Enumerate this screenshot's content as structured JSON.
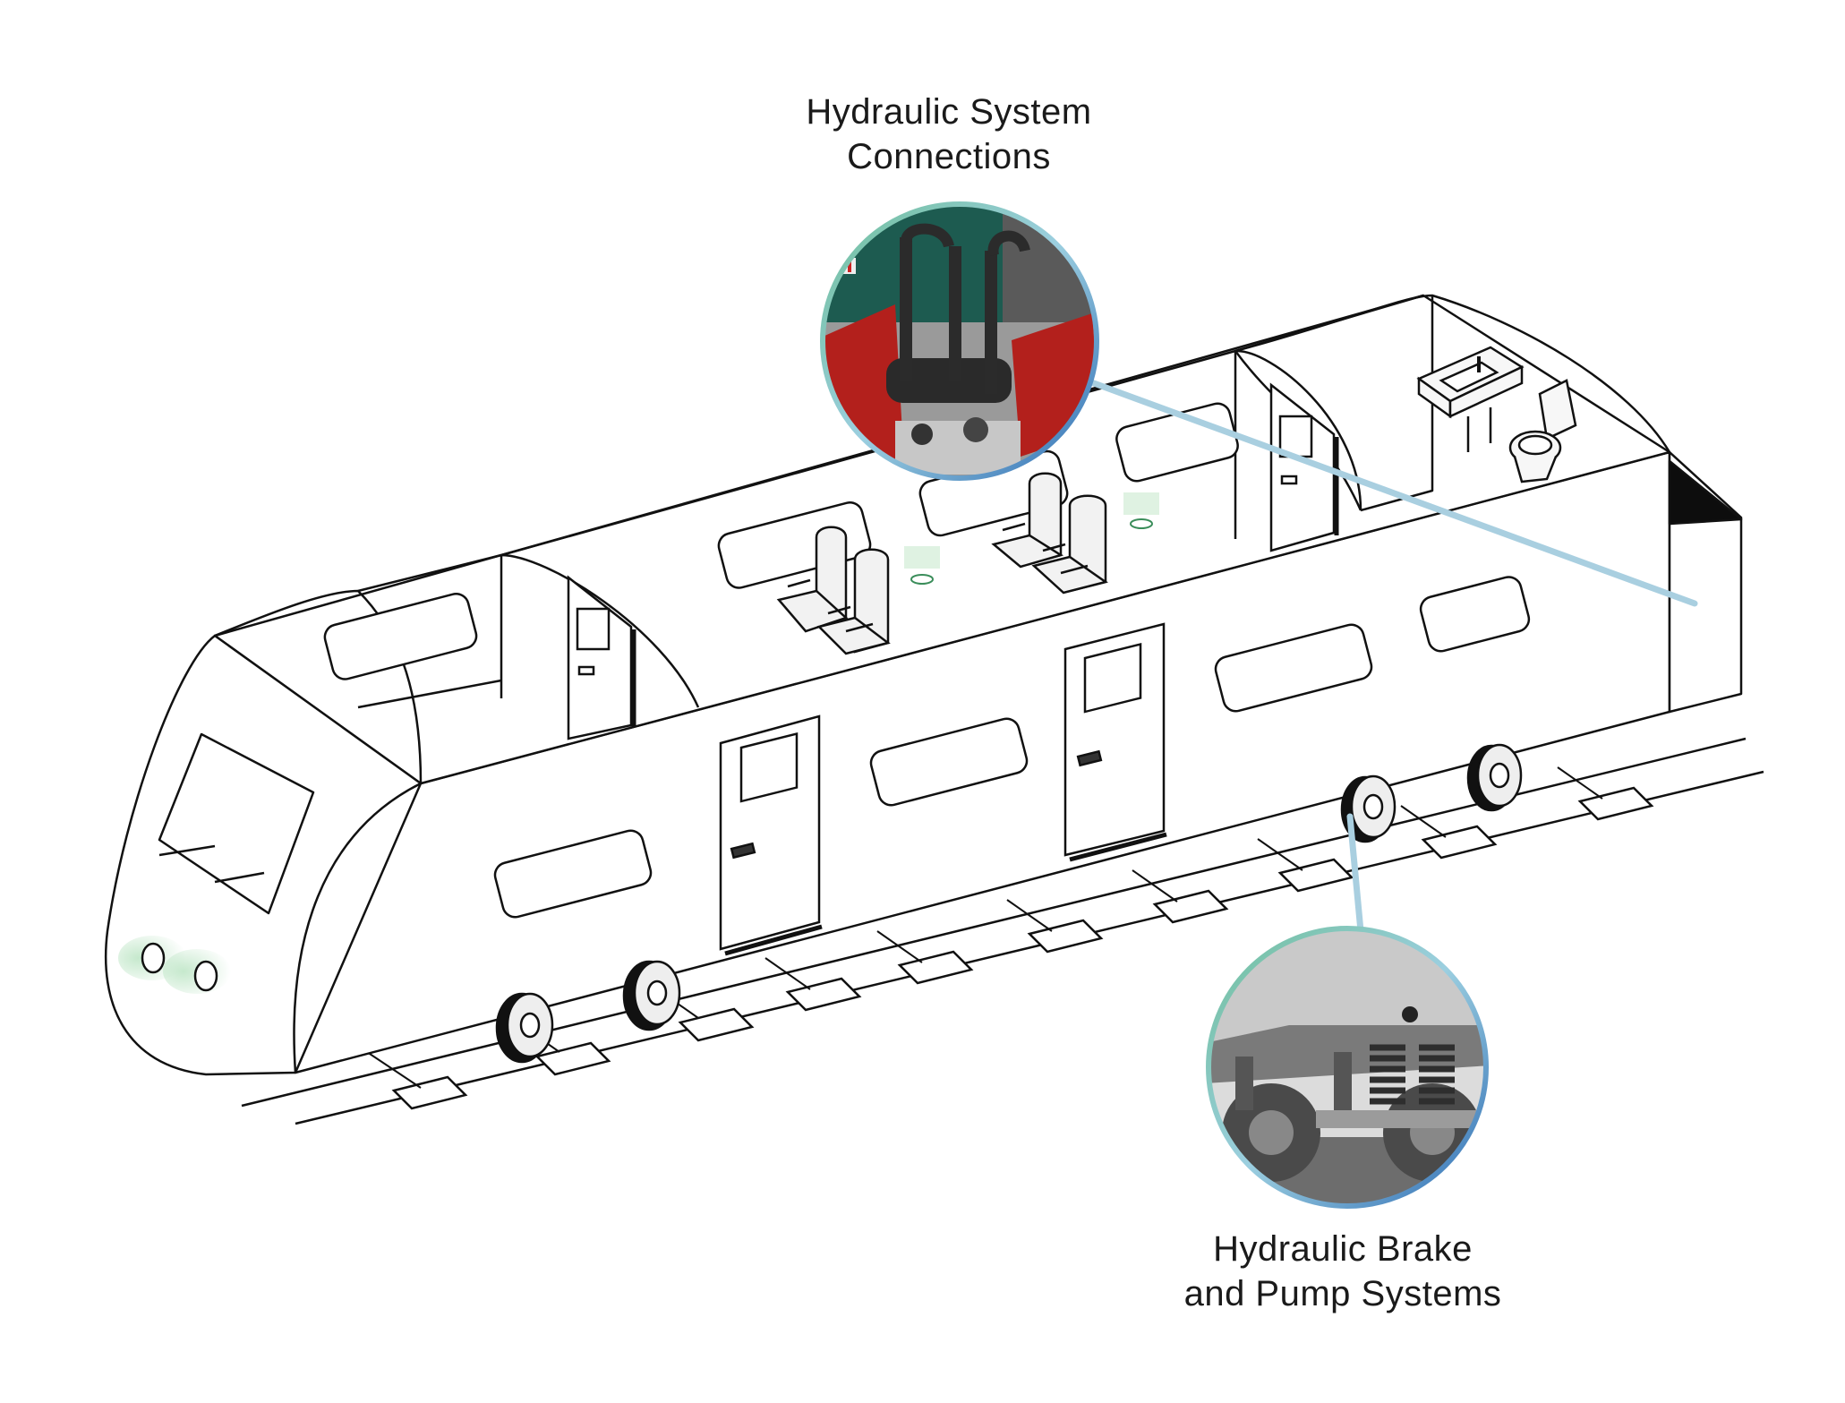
{
  "callouts": {
    "top": {
      "line1": "Hydraulic System",
      "line2": "Connections",
      "photo_icon": "hydraulic-coupling-photo"
    },
    "bottom": {
      "line1": "Hydraulic Brake",
      "line2": "and Pump Systems",
      "photo_icon": "bogie-suspension-photo"
    }
  },
  "colors": {
    "outline": "#111111",
    "leader_line": "#a9cfe0",
    "ring_start": "#6fbf9a",
    "ring_end": "#2f6db5",
    "light_glow": "#bfe6c7",
    "coupling_red": "#b3201c",
    "coupling_teal": "#1d5b50"
  }
}
